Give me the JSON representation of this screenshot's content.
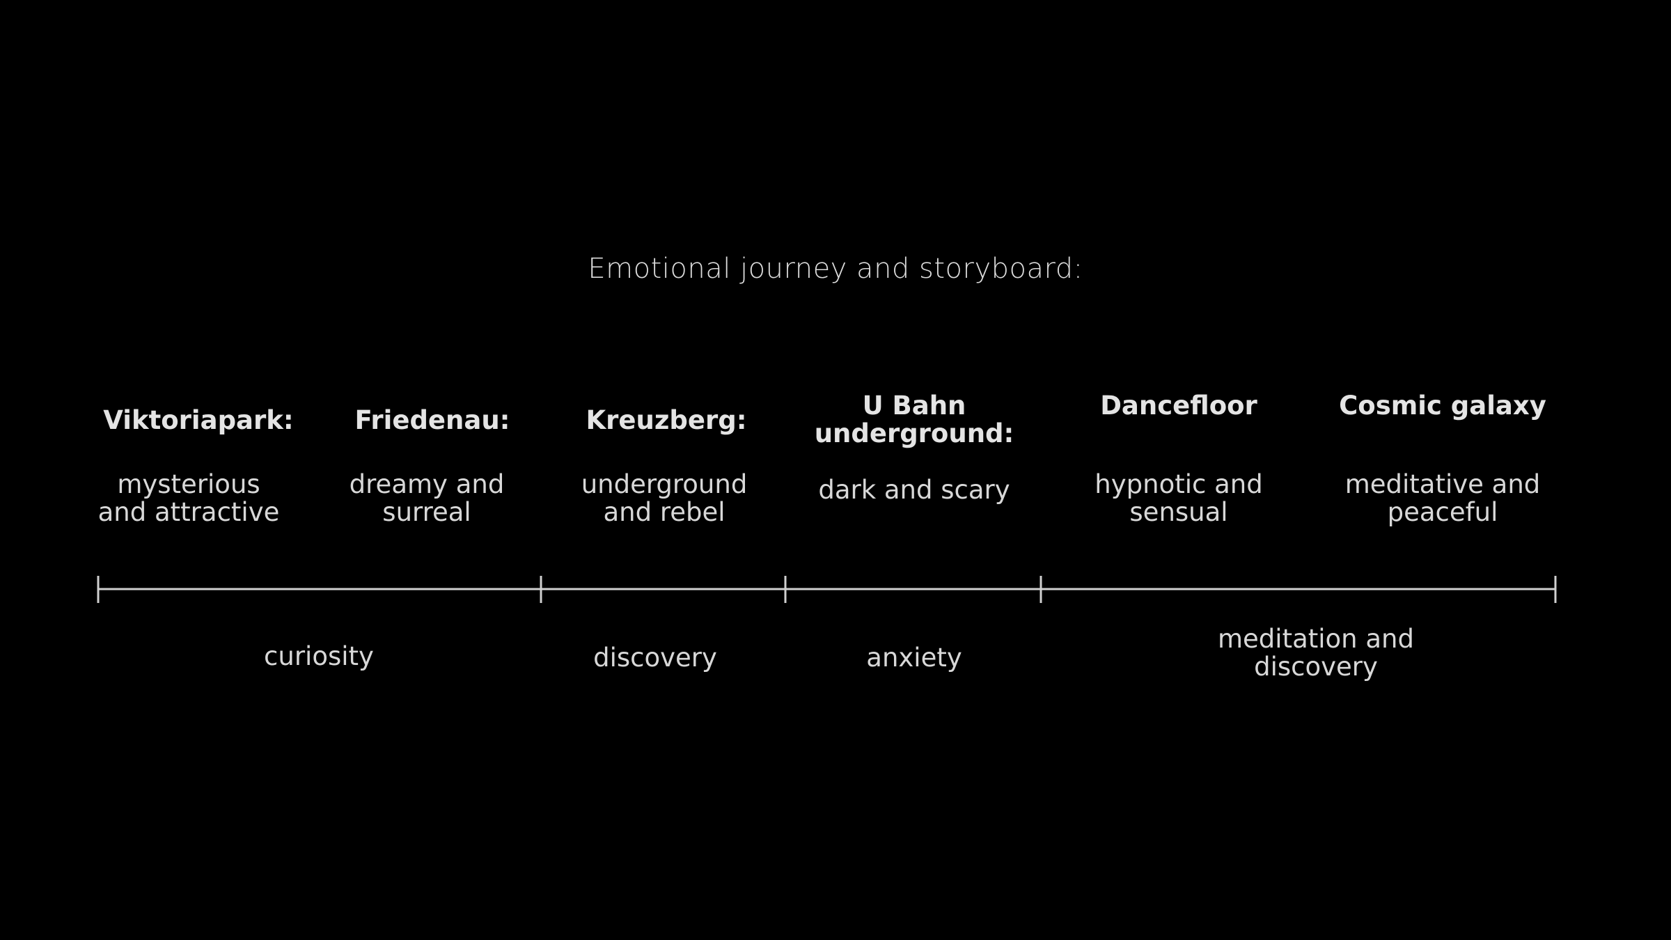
{
  "title": "Emotional journey and storyboard:",
  "stations": [
    {
      "place": "Viktoriapark:",
      "mood_line1": "mysterious",
      "mood_line2": "and attractive"
    },
    {
      "place": "Friedenau:",
      "mood_line1": "dreamy and",
      "mood_line2": "surreal"
    },
    {
      "place": "Kreuzberg:",
      "mood_line1": "underground",
      "mood_line2": "and rebel"
    },
    {
      "place_line1": "U Bahn",
      "place_line2": "underground:",
      "mood_line1": "dark and scary"
    },
    {
      "place": "Dancefloor",
      "mood_line1": "hypnotic and",
      "mood_line2": "sensual"
    },
    {
      "place": "Cosmic galaxy",
      "mood_line1": "meditative and",
      "mood_line2": "peaceful"
    }
  ],
  "emotions": [
    {
      "line1": "curiosity"
    },
    {
      "line1": "discovery"
    },
    {
      "line1": "anxiety"
    },
    {
      "line1": "meditation and",
      "line2": "discovery"
    }
  ],
  "colors": {
    "background": "#000000",
    "text": "#dedede",
    "line": "#d0d0d0"
  }
}
